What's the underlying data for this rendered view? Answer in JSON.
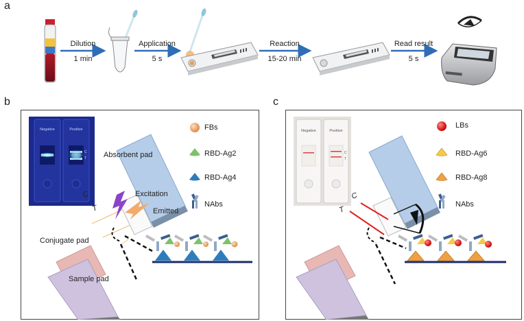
{
  "panels": {
    "a": {
      "letter": "a"
    },
    "b": {
      "letter": "b"
    },
    "c": {
      "letter": "c"
    }
  },
  "workflow": {
    "steps": [
      {
        "label": "Dilution",
        "time": "1 min"
      },
      {
        "label": "Application",
        "time": "5 s"
      },
      {
        "label": "Reaction",
        "time": "15-20 min"
      },
      {
        "label": "Read result",
        "time": "5 s"
      }
    ]
  },
  "panel_b": {
    "photo": {
      "negative": "Negative",
      "positive": "Positive",
      "c_mark": "C",
      "t_mark": "T"
    },
    "legend": [
      {
        "label": "FBs",
        "icon": "orange-sphere-icon"
      },
      {
        "label": "RBD-Ag2",
        "icon": "green-cone-icon"
      },
      {
        "label": "RBD-Ag4",
        "icon": "blue-cone-icon"
      },
      {
        "label": "NAbs",
        "icon": "antibody-icon"
      }
    ],
    "strip": {
      "absorbent_pad": "Absorbent pad",
      "conjugate_pad": "Conjugate pad",
      "sample_pad": "Sample pad",
      "excitation": "Excitation",
      "emitted": "Emitted",
      "c_line": "C",
      "t_line": "T"
    },
    "colors": {
      "excitation": "#8a44c8",
      "emitted": "#f5a96a",
      "photo_bg": "#1b2a8c"
    }
  },
  "panel_c": {
    "photo": {
      "negative": "Negative",
      "positive": "Positive",
      "c_mark": "C",
      "t_mark": "T"
    },
    "legend": [
      {
        "label": "LBs",
        "icon": "red-sphere-icon"
      },
      {
        "label": "RBD-Ag6",
        "icon": "yellow-cone-icon"
      },
      {
        "label": "RBD-Ag8",
        "icon": "orange-cone-icon"
      },
      {
        "label": "NAbs",
        "icon": "antibody-icon"
      }
    ],
    "strip": {
      "c_line": "C",
      "t_line": "T"
    },
    "colors": {
      "line": "#e02020"
    }
  }
}
